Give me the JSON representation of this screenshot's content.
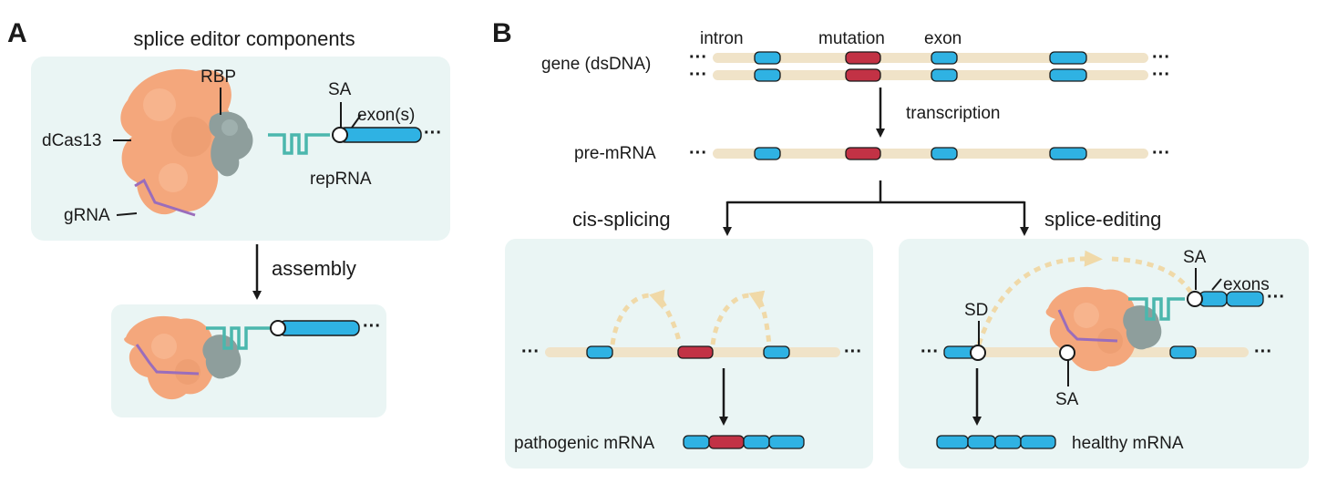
{
  "panel_a": {
    "letter": "A",
    "title": "splice editor components",
    "labels": {
      "rbp": "RBP",
      "sa": "SA",
      "exons": "exon(s)",
      "dcas13": "dCas13",
      "reprna": "repRNA",
      "grna": "gRNA"
    },
    "assembly": "assembly"
  },
  "panel_b": {
    "letter": "B",
    "top_labels": {
      "intron": "intron",
      "mutation": "mutation",
      "exon": "exon"
    },
    "gene": "gene (dsDNA)",
    "transcription": "transcription",
    "pre_mrna": "pre-mRNA",
    "cis_splicing": "cis-splicing",
    "splice_editing": "splice-editing",
    "pathogenic": "pathogenic mRNA",
    "healthy": "healthy mRNA",
    "sd": "SD",
    "sa_top": "SA",
    "sa_bottom": "SA",
    "exons": "exons"
  },
  "ellipsis": "···",
  "colors": {
    "panel_bg": "#eaf5f4",
    "strand": "#f0e3c8",
    "exon": "#2fb2e3",
    "mutation": "#c23245",
    "dcas13": "#f4a77c",
    "rbp": "#8e9e9c",
    "reprna": "#4bb7ad",
    "grna": "#9a6dbb",
    "arc": "#f0d9a8"
  }
}
